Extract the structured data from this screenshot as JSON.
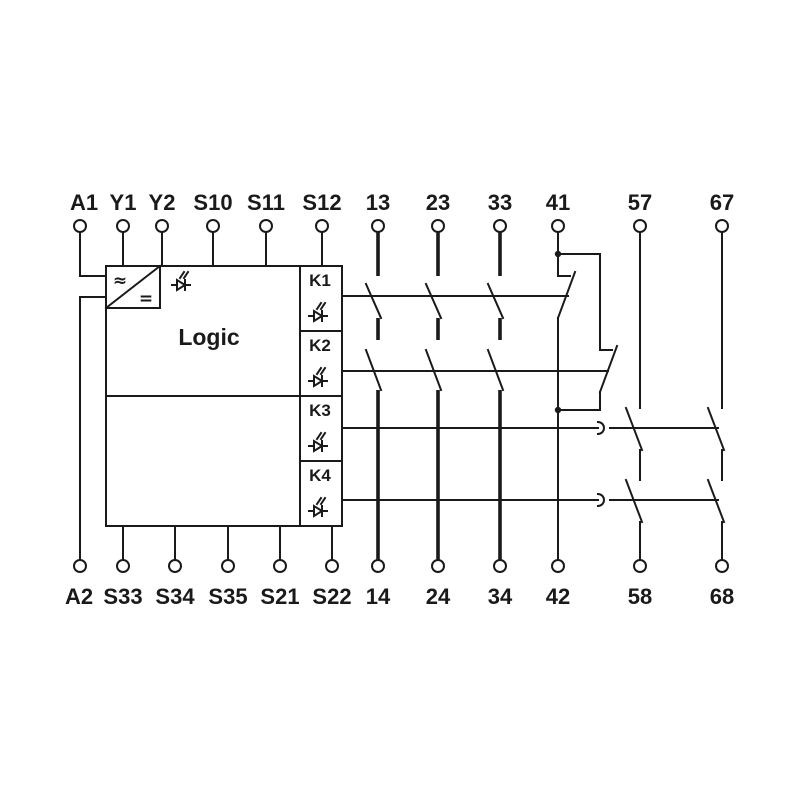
{
  "terminals_top": [
    "A1",
    "Y1",
    "Y2",
    "S10",
    "S11",
    "S12",
    "13",
    "23",
    "33",
    "41",
    "57",
    "67"
  ],
  "terminals_bottom": [
    "A2",
    "S33",
    "S34",
    "S35",
    "S21",
    "S22",
    "14",
    "24",
    "34",
    "42",
    "58",
    "68"
  ],
  "logic_label": "Logic",
  "relays": [
    "K1",
    "K2",
    "K3",
    "K4"
  ],
  "converter": {
    "ac_symbol": "≈",
    "dc_symbol": "="
  },
  "colors": {
    "line": "#1a1a1a",
    "background": "#ffffff"
  }
}
